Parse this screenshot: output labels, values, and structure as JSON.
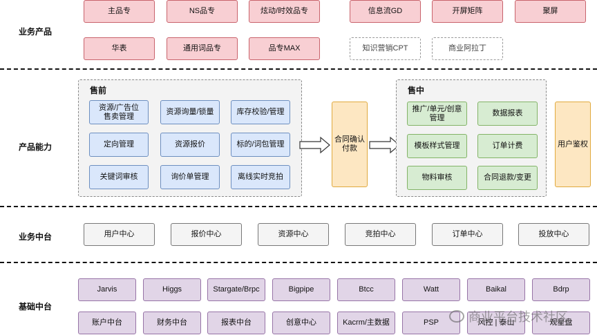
{
  "rows": {
    "business_products": "业务产品",
    "product_capabilities": "产品能力",
    "business_platform": "业务中台",
    "base_platform": "基础中台"
  },
  "business_products": {
    "row1": [
      "主品专",
      "NS品专",
      "炫动/时效品专",
      "信息流GD",
      "开屏矩阵",
      "聚屏"
    ],
    "row2": [
      "华表",
      "通用词品专",
      "品专MAX"
    ],
    "row2_dashed": [
      "知识营销CPT",
      "商业阿拉丁"
    ]
  },
  "presale": {
    "title": "售前",
    "items": [
      "资源/广告位\n售卖管理",
      "资源询量/锁量",
      "库存校验/管理",
      "定向管理",
      "资源报价",
      "标的/词包管理",
      "关键词审核",
      "询价单管理",
      "离线实时竞拍"
    ]
  },
  "contract_pay": "合同确认\n付款",
  "insale": {
    "title": "售中",
    "items": [
      "推广/单元/创意\n管理",
      "数据报表",
      "模板样式管理",
      "订单计费",
      "物料审核",
      "合同退款/变更"
    ]
  },
  "user_auth": "用户鉴权",
  "business_platform": [
    "用户中心",
    "报价中心",
    "资源中心",
    "竞拍中心",
    "订单中心",
    "投放中心"
  ],
  "base_platform": {
    "row1": [
      "Jarvis",
      "Higgs",
      "Stargate/Brpc",
      "Bigpipe",
      "Btcc",
      "Watt",
      "Baikal",
      "Bdrp"
    ],
    "row2": [
      "账户中台",
      "财务中台",
      "报表中台",
      "创意中心",
      "Kacrm/主数据",
      "PSP",
      "风控 | 泰山",
      "观星盘"
    ]
  },
  "watermark": "商业平台技术社区"
}
